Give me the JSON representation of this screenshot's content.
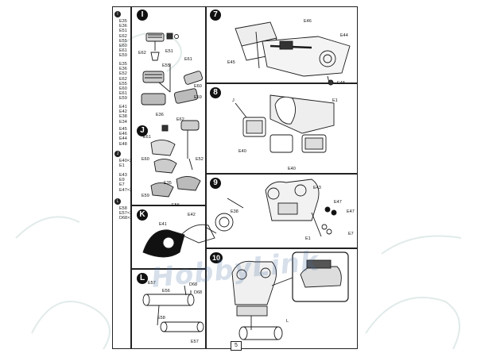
{
  "page_number": "5",
  "watermark": "HobbyLink",
  "sidebar": {
    "groups": [
      {
        "step": "I",
        "parts": [
          "E35",
          "E36",
          "E51",
          "E62",
          "E55",
          "E60",
          "E61",
          "E59"
        ]
      },
      {
        "step": "",
        "parts": [
          "E35",
          "E36",
          "E52",
          "E62",
          "E55",
          "E60",
          "E61",
          "E59"
        ]
      },
      {
        "step": "",
        "parts": [
          "E41",
          "E42",
          "E38",
          "E34"
        ]
      },
      {
        "step": "",
        "parts": [
          "E45",
          "E46",
          "E44",
          "E48"
        ]
      },
      {
        "step": "J",
        "parts": [
          "E40×2",
          "E1"
        ]
      },
      {
        "step": "",
        "parts": [
          "E43",
          "E9",
          "E7",
          "E47×2"
        ]
      },
      {
        "step": "L",
        "parts": [
          "E58",
          "E57×2",
          "D68×2"
        ]
      }
    ]
  },
  "steps": [
    {
      "id": "step-I",
      "badge": "I"
    },
    {
      "id": "step-J",
      "badge": "J"
    },
    {
      "id": "step-K",
      "badge": "K"
    },
    {
      "id": "step-L",
      "badge": "L"
    },
    {
      "id": "step-7",
      "badge": "7"
    },
    {
      "id": "step-8",
      "badge": "8"
    },
    {
      "id": "step-9",
      "badge": "9"
    },
    {
      "id": "step-10",
      "badge": "10"
    }
  ],
  "labels": {
    "i_e62": "E62",
    "i_e51": "E51",
    "i_e55": "E55",
    "i_e61": "E61",
    "i_e60": "E60",
    "i_e59": "E59",
    "i_e36": "E36",
    "j_e61": "E61",
    "j_e60": "E60",
    "j_e35": "E35",
    "j_e59": "E59",
    "j_e52": "E52",
    "j_e56": "E56",
    "j_e62": "E62",
    "k_e41": "E41",
    "k_e42": "E42",
    "l_e57a": "E57",
    "l_e56": "E56",
    "l_d68a": "D68",
    "l_d68b": "D68",
    "l_e58": "E58",
    "l_e57b": "E57",
    "s7_e46": "E46",
    "s7_e44": "E44",
    "s7_e45": "E45",
    "s7_e48": "E48",
    "s8_e1": "E1",
    "s8_e40a": "E40",
    "s8_e40b": "E40",
    "s8_j": "J",
    "s9_e43": "E43",
    "s9_e38": "E38",
    "s9_e47a": "E47",
    "s9_e47b": "E47",
    "s9_e7": "E7",
    "s9_e1": "E1",
    "s10_l": "L"
  }
}
